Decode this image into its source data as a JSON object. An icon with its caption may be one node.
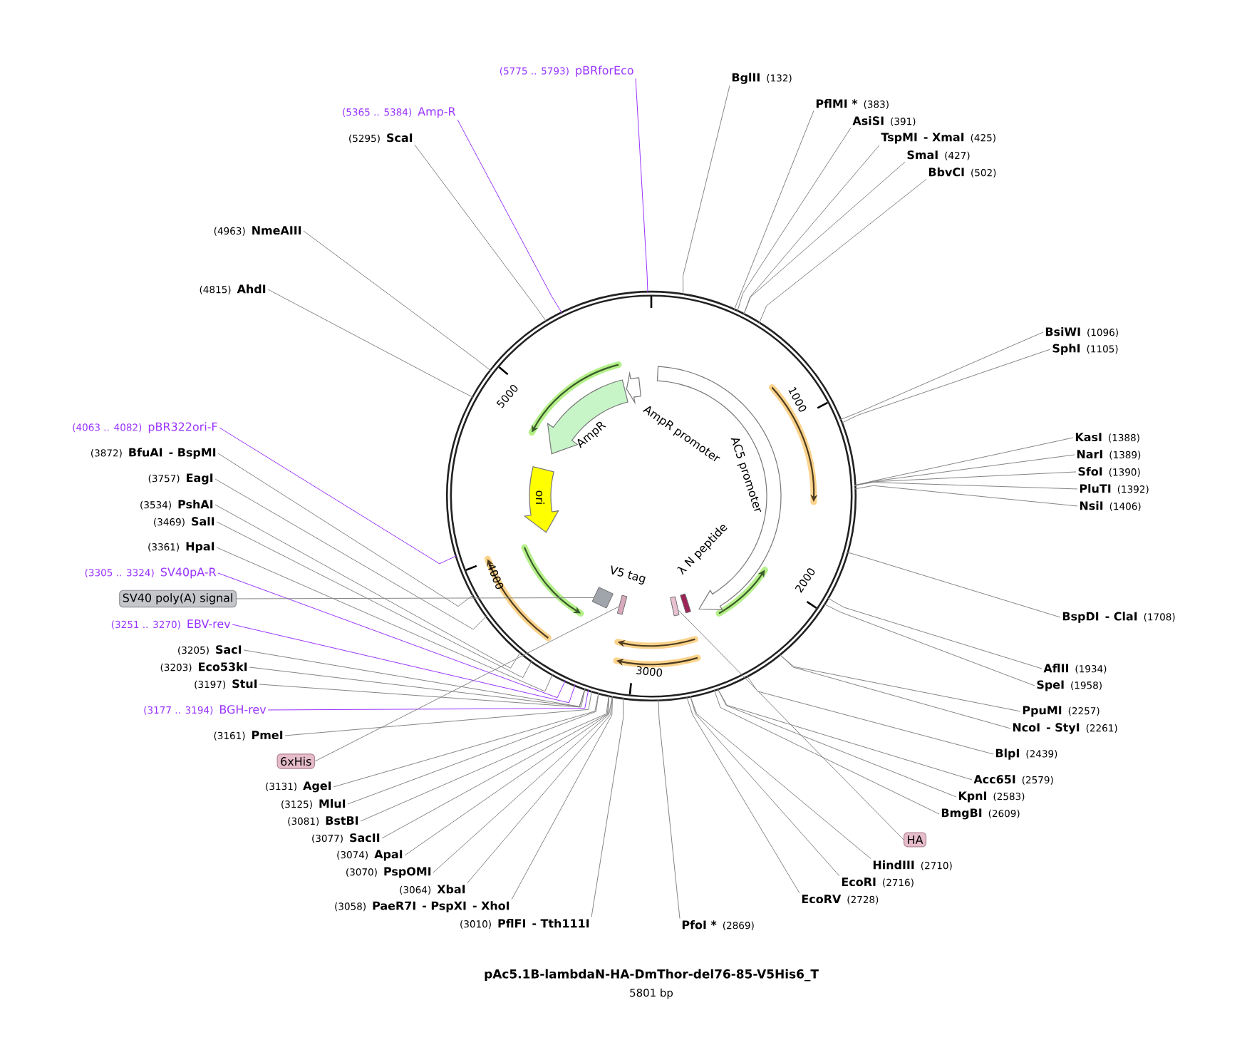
{
  "diagram": {
    "title": "pAc5.1B-lambdaN-HA-DmThor-del76-85-V5His6_T",
    "nodes": [
      {
        "text": [],
        "shape": "circle"
      },
      {
        "text": [
          "(5775 .. 5793)",
          "pBRforEco"
        ]
      },
      {
        "text": [
          "(5365 .. 5384)",
          "Amp-R"
        ]
      },
      {
        "text": [
          "(5295)",
          "ScaI"
        ]
      },
      {
        "text": [
          "(4963)",
          "NmeAIII"
        ]
      },
      {
        "text": [
          "(4815)",
          "AhdI"
        ]
      },
      {
        "text": [
          "BglII",
          "(132)"
        ]
      },
      {
        "text": [
          "PflMI *",
          "(383)"
        ]
      },
      {
        "text": [
          "AsiSI",
          "(391)"
        ]
      },
      {
        "text": [
          "TspMI",
          "- XmaI",
          "(425)"
        ]
      },
      {
        "text": [
          "SmaI",
          "(427)"
        ]
      },
      {
        "text": [
          "BbvCI",
          "(502)"
        ]
      },
      {
        "text": [
          "BsiWI",
          "(1096)"
        ]
      },
      {
        "text": [
          "SphI",
          "(1105)"
        ]
      },
      {
        "text": [
          "KasI",
          "(1388)"
        ]
      },
      {
        "text": [
          "NarI",
          "(1389)"
        ]
      },
      {
        "text": [
          "SfoI",
          "(1390)"
        ]
      },
      {
        "text": [
          "PluTI",
          "(1392)"
        ]
      },
      {
        "text": [
          "NsiI",
          "(1406)"
        ]
      },
      {
        "text": [
          "(4063 .. 4082)",
          "pBR322ori-F"
        ]
      },
      {
        "text": [
          "(3872)",
          "BfuAI",
          "- BspMI"
        ]
      },
      {
        "text": [
          "(3757)",
          "EagI"
        ]
      },
      {
        "text": [
          "(3534)",
          "PshAI"
        ]
      },
      {
        "text": [
          "(3469)",
          "SalI"
        ]
      },
      {
        "text": [
          "(3361)",
          "HpaI"
        ]
      },
      {
        "text": [
          "(3305 .. 3324)",
          "SV40pA-R"
        ]
      },
      {
        "text": [
          "SV40 poly(A) signal"
        ]
      },
      {
        "text": [
          "(3251 .. 3270)",
          "EBV-rev"
        ]
      },
      {
        "text": [
          "(3205)",
          "SacI"
        ]
      },
      {
        "text": [
          "(3203)",
          "Eco53kI"
        ]
      },
      {
        "text": [
          "(3197)",
          "StuI"
        ]
      },
      {
        "text": [
          "(3177 .. 3194)",
          "BGH-rev"
        ]
      },
      {
        "text": [
          "(3161)",
          "PmeI"
        ]
      },
      {
        "text": [
          "6xHis"
        ]
      },
      {
        "text": [
          "(3131)",
          "AgeI"
        ]
      },
      {
        "text": [
          "(3125)",
          "MluI"
        ]
      },
      {
        "text": [
          "(3081)",
          "BstBI"
        ]
      },
      {
        "text": [
          "(3077)",
          "SacII"
        ]
      },
      {
        "text": [
          "(3074)",
          "ApaI"
        ]
      },
      {
        "text": [
          "(3070)",
          "PspOMI"
        ]
      },
      {
        "text": [
          "(3064)",
          "XbaI"
        ]
      },
      {
        "text": [
          "(3058)",
          "PaeR7I",
          "- PspXI",
          "- XhoI"
        ]
      },
      {
        "text": [
          "(3010)",
          "PflFI",
          "- Tth111I"
        ]
      },
      {
        "text": [
          "BspDI",
          "- ClaI",
          "(1708)"
        ]
      },
      {
        "text": [
          "AflII",
          "(1934)"
        ]
      },
      {
        "text": [
          "SpeI",
          "(1958)"
        ]
      },
      {
        "text": [
          "PpuMI",
          "(2257)"
        ]
      },
      {
        "text": [
          "NcoI",
          "- StyI",
          "(2261)"
        ]
      },
      {
        "text": [
          "BlpI",
          "(2439)"
        ]
      },
      {
        "text": [
          "Acc65I",
          "(2579)"
        ]
      },
      {
        "text": [
          "KpnI",
          "(2583)"
        ]
      },
      {
        "text": [
          "BmgBI",
          "(2609)"
        ]
      },
      {
        "text": [
          "HA"
        ]
      },
      {
        "text": [
          "HindIII",
          "(2710)"
        ]
      },
      {
        "text": [
          "EcoRI",
          "(2716)"
        ]
      },
      {
        "text": [
          "EcoRV",
          "(2728)"
        ]
      },
      {
        "text": [
          "PfoI *",
          "(2869)"
        ]
      },
      {
        "text": [
          "AmpR"
        ],
        "in": 0
      },
      {
        "text": [
          "AmpR promoter"
        ],
        "in": 0
      },
      {
        "text": [
          "AC5 promoter"
        ],
        "in": 0
      },
      {
        "text": [
          "ori"
        ],
        "in": 0
      },
      {
        "text": [],
        "shape": "box",
        "in": 0
      },
      {
        "text": [],
        "shape": "bar",
        "in": 0
      },
      {
        "text": [],
        "shape": "bar",
        "in": 0
      },
      {
        "text": [],
        "shape": "bar",
        "in": 0
      }
    ],
    "edges": [
      {
        "from": 1,
        "to": 0,
        "arrow": "none",
        "color": "#9933ff"
      },
      {
        "from": 2,
        "to": 0,
        "arrow": "none",
        "color": "#9933ff"
      },
      {
        "from": 3,
        "to": 0,
        "arrow": "none"
      },
      {
        "from": 4,
        "to": 0,
        "arrow": "none"
      },
      {
        "from": 5,
        "to": 0,
        "arrow": "none"
      },
      {
        "from": 6,
        "to": 0,
        "arrow": "none"
      },
      {
        "from": 7,
        "to": 0,
        "arrow": "none"
      },
      {
        "from": 8,
        "to": 0,
        "arrow": "none"
      },
      {
        "from": 9,
        "to": 0,
        "arrow": "none"
      },
      {
        "from": 10,
        "to": 0,
        "arrow": "none"
      },
      {
        "from": 11,
        "to": 0,
        "arrow": "none"
      },
      {
        "from": 12,
        "to": 0,
        "arrow": "none"
      },
      {
        "from": 13,
        "to": 0,
        "arrow": "none"
      },
      {
        "from": 14,
        "to": 0,
        "arrow": "none"
      },
      {
        "from": 15,
        "to": 0,
        "arrow": "none"
      },
      {
        "from": 16,
        "to": 0,
        "arrow": "none"
      },
      {
        "from": 17,
        "to": 0,
        "arrow": "none"
      },
      {
        "from": 18,
        "to": 0,
        "arrow": "none"
      },
      {
        "from": 19,
        "to": 0,
        "arrow": "none",
        "color": "#9933ff"
      },
      {
        "from": 20,
        "to": 0,
        "arrow": "none"
      },
      {
        "from": 21,
        "to": 0,
        "arrow": "none"
      },
      {
        "from": 22,
        "to": 0,
        "arrow": "none"
      },
      {
        "from": 23,
        "to": 0,
        "arrow": "none"
      },
      {
        "from": 24,
        "to": 0,
        "arrow": "none"
      },
      {
        "from": 25,
        "to": 0,
        "arrow": "none",
        "color": "#9933ff"
      },
      {
        "from": 26,
        "to": 61,
        "arrow": "none"
      },
      {
        "from": 27,
        "to": 0,
        "arrow": "none",
        "color": "#9933ff"
      },
      {
        "from": 28,
        "to": 0,
        "arrow": "none"
      },
      {
        "from": 29,
        "to": 0,
        "arrow": "none"
      },
      {
        "from": 30,
        "to": 0,
        "arrow": "none"
      },
      {
        "from": 31,
        "to": 0,
        "arrow": "none",
        "color": "#9933ff"
      },
      {
        "from": 32,
        "to": 0,
        "arrow": "none"
      },
      {
        "from": 33,
        "to": 62,
        "arrow": "none"
      },
      {
        "from": 34,
        "to": 0,
        "arrow": "none"
      },
      {
        "from": 35,
        "to": 0,
        "arrow": "none"
      },
      {
        "from": 36,
        "to": 0,
        "arrow": "none"
      },
      {
        "from": 37,
        "to": 0,
        "arrow": "none"
      },
      {
        "from": 38,
        "to": 0,
        "arrow": "none"
      },
      {
        "from": 39,
        "to": 0,
        "arrow": "none"
      },
      {
        "from": 40,
        "to": 0,
        "arrow": "none"
      },
      {
        "from": 41,
        "to": 0,
        "arrow": "none"
      },
      {
        "from": 42,
        "to": 0,
        "arrow": "none"
      },
      {
        "from": 43,
        "to": 0,
        "arrow": "none"
      },
      {
        "from": 44,
        "to": 0,
        "arrow": "none"
      },
      {
        "from": 45,
        "to": 0,
        "arrow": "none"
      },
      {
        "from": 46,
        "to": 0,
        "arrow": "none"
      },
      {
        "from": 47,
        "to": 0,
        "arrow": "none"
      },
      {
        "from": 48,
        "to": 0,
        "arrow": "none"
      },
      {
        "from": 49,
        "to": 0,
        "arrow": "none"
      },
      {
        "from": 50,
        "to": 0,
        "arrow": "none"
      },
      {
        "from": 51,
        "to": 0,
        "arrow": "none"
      },
      {
        "from": 52,
        "to": 63,
        "arrow": "none"
      },
      {
        "from": 53,
        "to": 0,
        "arrow": "none"
      },
      {
        "from": 54,
        "to": 0,
        "arrow": "none"
      },
      {
        "from": 55,
        "to": 0,
        "arrow": "none"
      },
      {
        "from": 56,
        "to": 0,
        "arrow": "none"
      }
    ],
    "labels": [
      "1000",
      "2000",
      "3000",
      "4000",
      "5000",
      "V5 tag",
      "λ N peptide",
      "5801 bp"
    ]
  }
}
